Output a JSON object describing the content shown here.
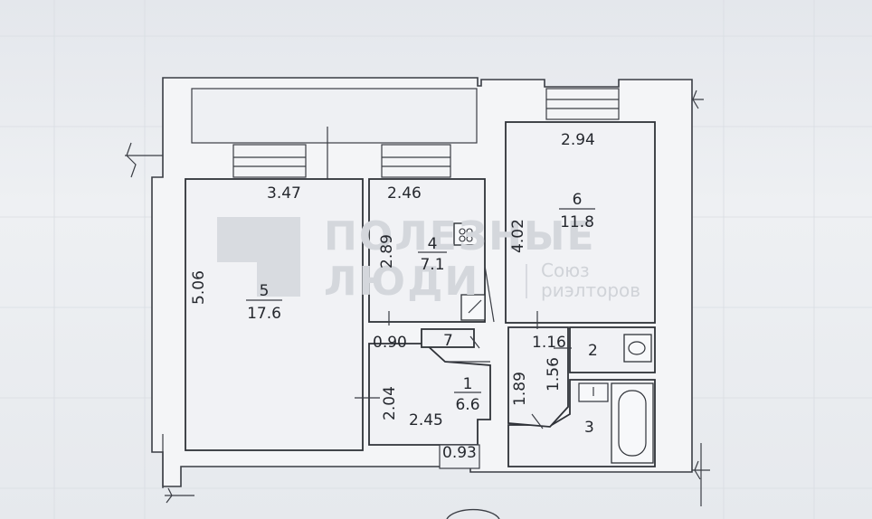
{
  "rooms": [
    {
      "number": "5",
      "area": "17.6",
      "width": "3.47",
      "height": "5.06"
    },
    {
      "number": "4",
      "area": "7.1",
      "width": "2.46",
      "height": "2.89"
    },
    {
      "number": "6",
      "area": "11.8",
      "width": "2.94",
      "height": "4.02"
    },
    {
      "number": "1",
      "area": "6.6",
      "width": "2.45",
      "height": "2.04"
    },
    {
      "number": "2",
      "width": "1.16",
      "height": "1.56"
    },
    {
      "number": "3",
      "height": "1.89"
    },
    {
      "number": "7",
      "width": "0.90"
    }
  ],
  "entrance_width": "0.93",
  "watermark": {
    "line1": "ПОЛЕЗНЫЕ",
    "line2": "ЛЮДИ",
    "sub1": "Союз",
    "sub2": "риэлторов"
  }
}
